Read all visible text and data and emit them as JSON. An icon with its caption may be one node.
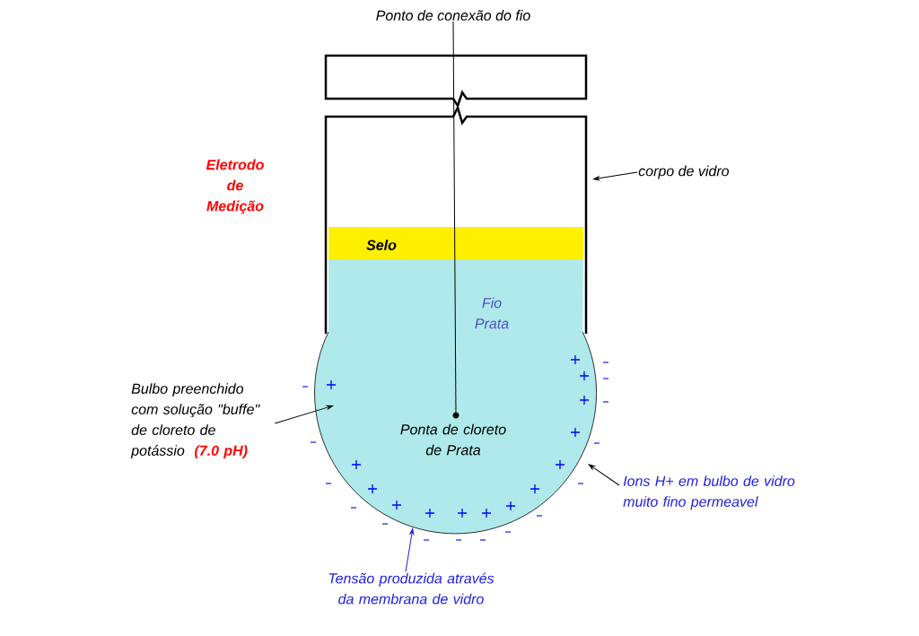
{
  "diagram": {
    "nodes": [
      {
        "text": [
          "Ponto de conexão do fio"
        ]
      },
      {
        "text": [],
        "shape": "picture"
      },
      {
        "text": [],
        "shape": "circle",
        "in": 1
      },
      {
        "text": [
          "corpo de vidro"
        ]
      },
      {
        "text": [
          "Bulbo preenchido com solução \"buffe\" de cloreto de potássio",
          "(7.0 pH)"
        ]
      },
      {
        "text": [
          "Ions H+ em bulbo de vidro muito fino permeavel"
        ]
      },
      {
        "text": [
          "Tensão produzida através da membrana de vidro"
        ]
      }
    ],
    "edges": [
      {
        "from": 0,
        "to": 2,
        "arrow": "none"
      },
      {
        "from": 3,
        "to": 1,
        "arrow": "to"
      },
      {
        "from": 4,
        "to": 1,
        "arrow": "to"
      },
      {
        "from": 5,
        "to": 1,
        "arrow": "to"
      },
      {
        "from": 6,
        "to": 1,
        "arrow": "to",
        "color": "#2020e0"
      }
    ],
    "labels": [
      "Eletrodo de Medição",
      "Selo",
      "Fio Prata",
      "Ponta de cloreto de Prata"
    ]
  }
}
